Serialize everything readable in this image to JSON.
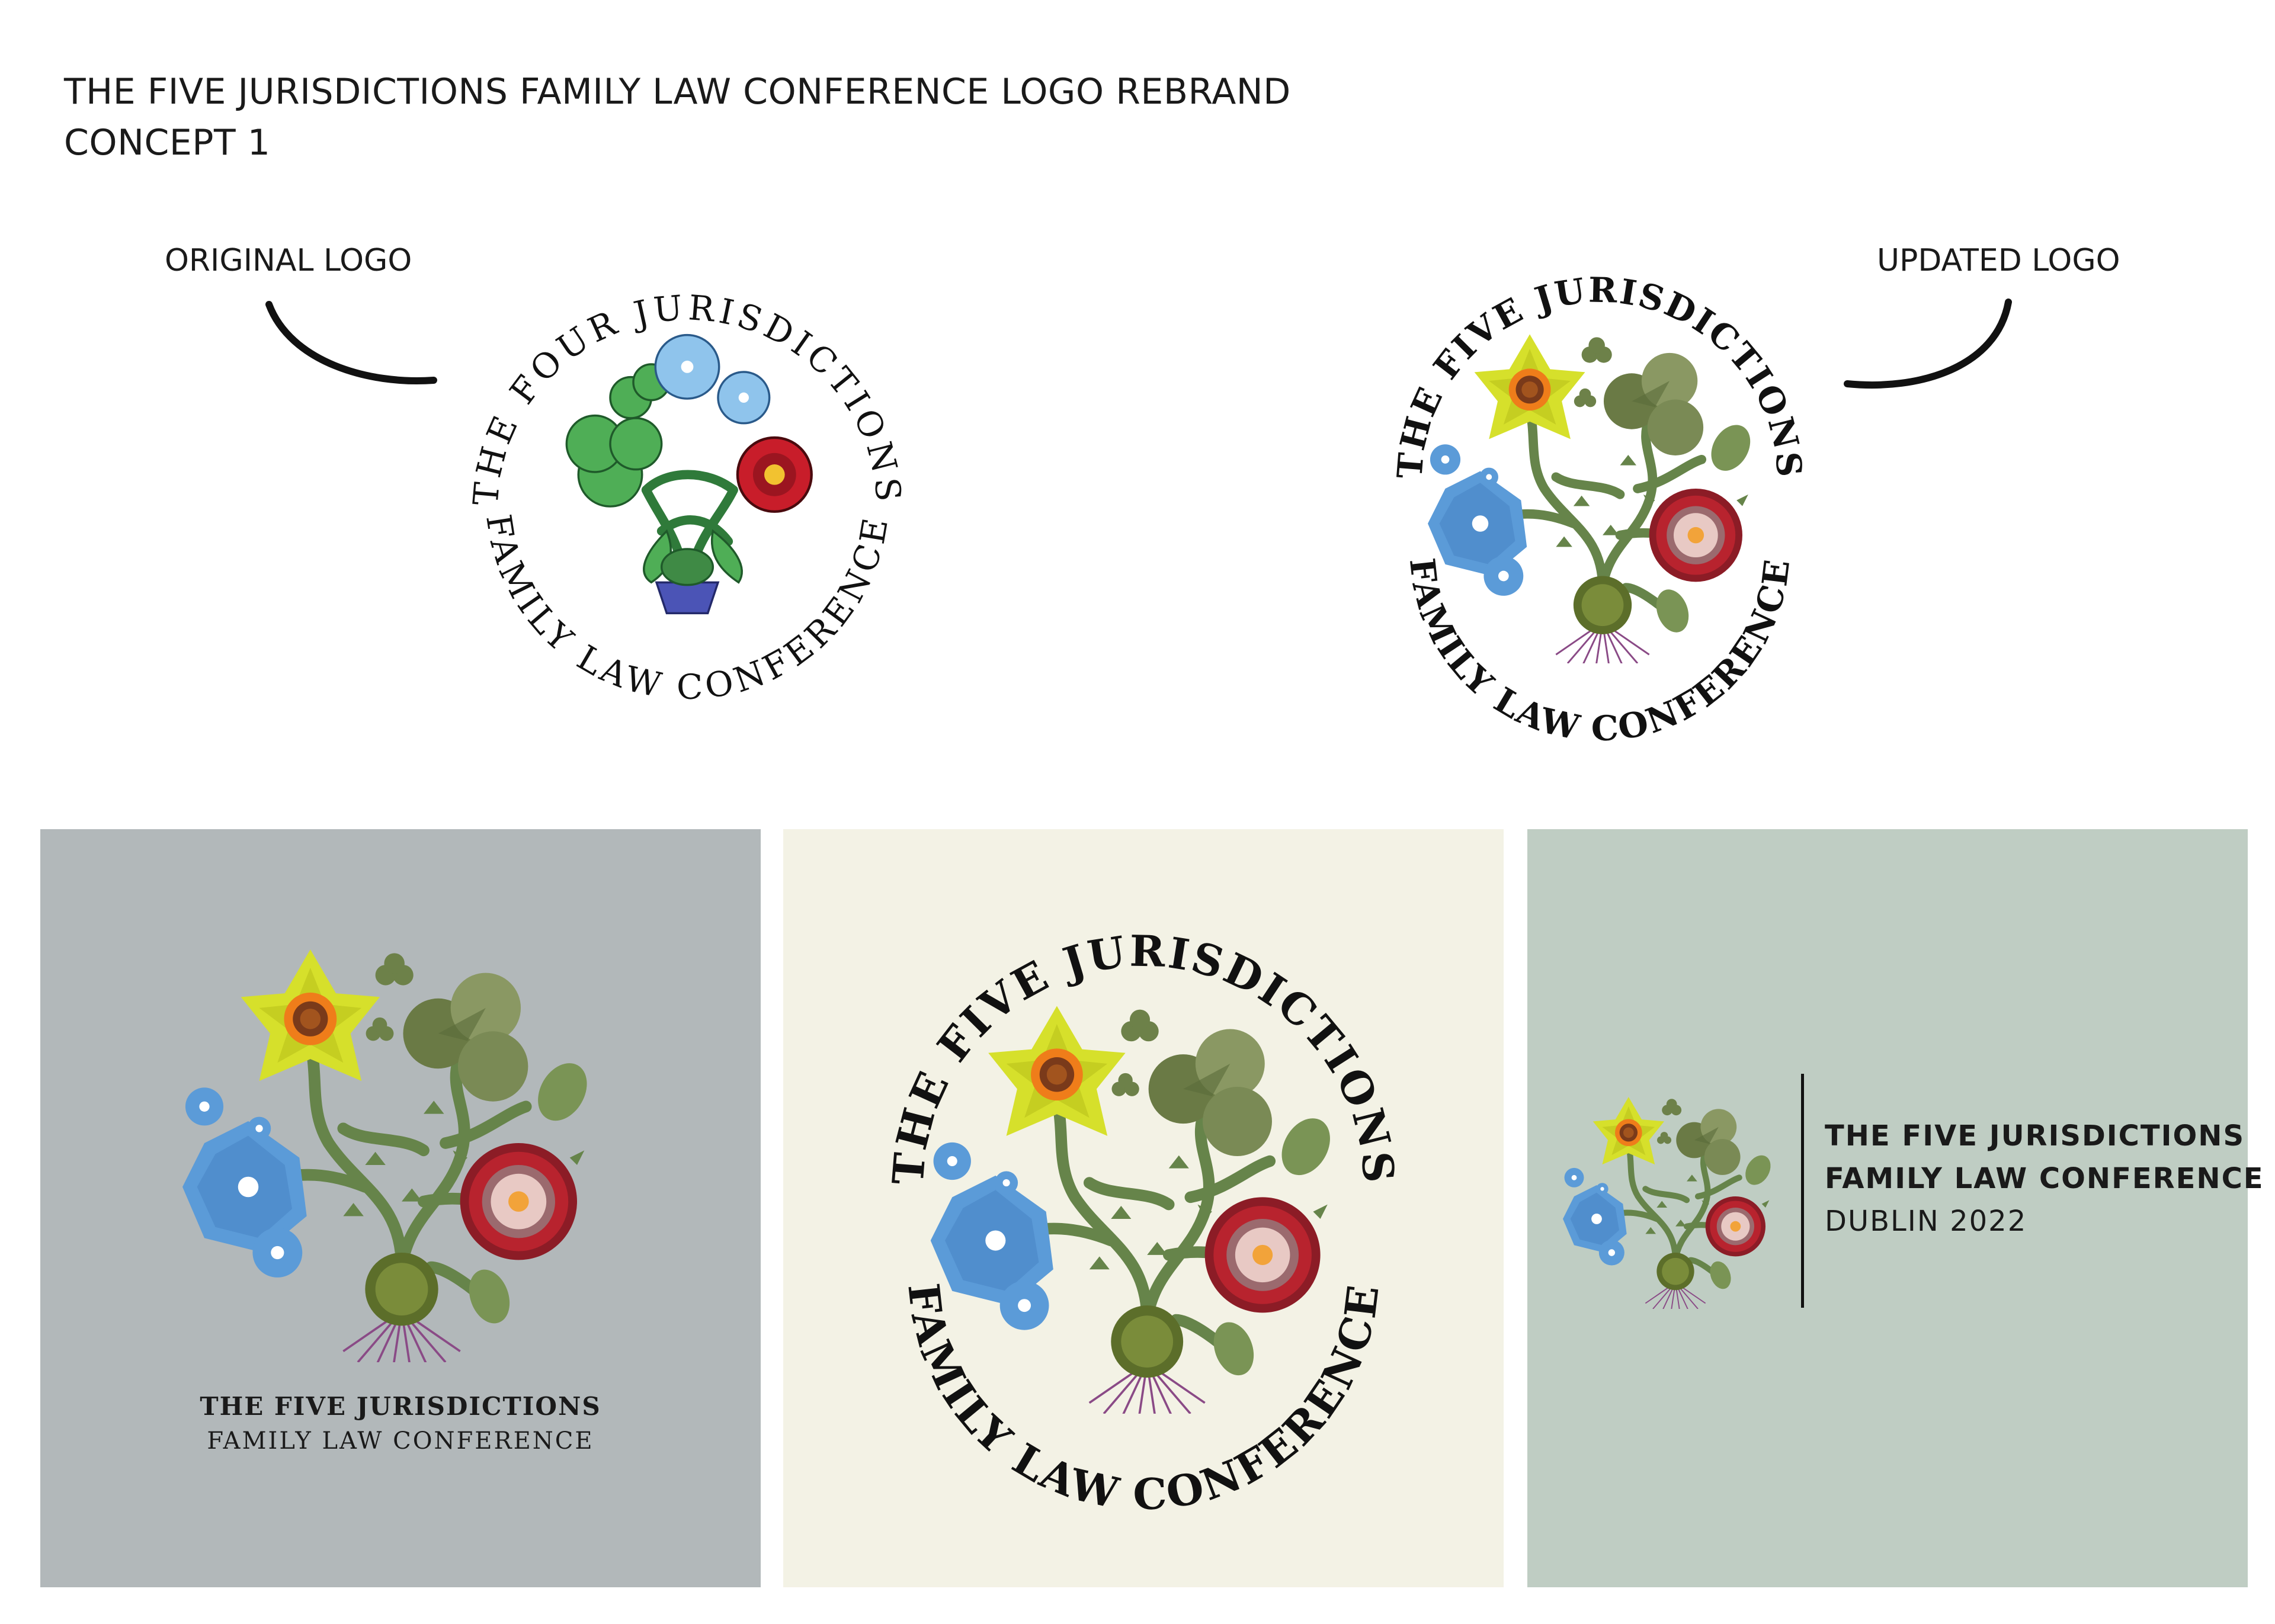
{
  "header": {
    "line1": "THE FIVE JURISDICTIONS FAMILY LAW CONFERENCE LOGO REBRAND",
    "line2": "CONCEPT 1"
  },
  "labels": {
    "original": "ORIGINAL LOGO",
    "updated": "UPDATED LOGO"
  },
  "original_logo": {
    "arc_top": "THE FOUR JURISDICTIONS",
    "arc_bottom": "· FAMILY LAW CONFERENCE ·"
  },
  "updated_logo": {
    "arc_top": "THE FIVE JURISDICTIONS",
    "arc_bottom": "FAMILY LAW CONFERENCE"
  },
  "panel_grey": {
    "line1": "THE FIVE JURISDICTIONS",
    "line2": "FAMILY LAW CONFERENCE"
  },
  "panel_cream": {
    "arc_top": "THE FIVE JURISDICTIONS",
    "arc_bottom": "FAMILY LAW CONFERENCE"
  },
  "panel_sage": {
    "line1": "THE FIVE JURISDICTIONS",
    "line2": "FAMILY LAW CONFERENCE",
    "line3": "DUBLIN 2022"
  },
  "colors": {
    "panel_grey": "#b2b8ba",
    "panel_cream": "#f3f2e5",
    "panel_sage": "#bfcdc3",
    "daffodil": "#d6e02b",
    "flax_blue": "#5b9bd8",
    "rose_red": "#b8232e",
    "stem_green": "#66844a"
  }
}
